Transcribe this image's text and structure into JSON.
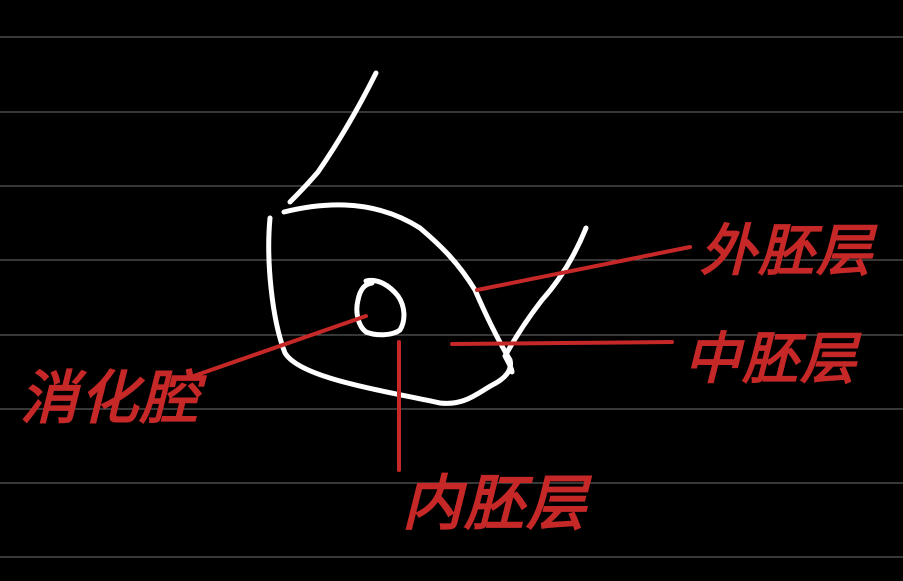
{
  "colors": {
    "background": "#000000",
    "ruled_line": "#6e6e6e",
    "drawing": "#ffffff",
    "annotation": "#c62828"
  },
  "labels": {
    "ectoderm": "外胚层",
    "mesoderm": "中胚层",
    "endoderm": "内胚层",
    "digestive_cavity": "消化腔"
  }
}
